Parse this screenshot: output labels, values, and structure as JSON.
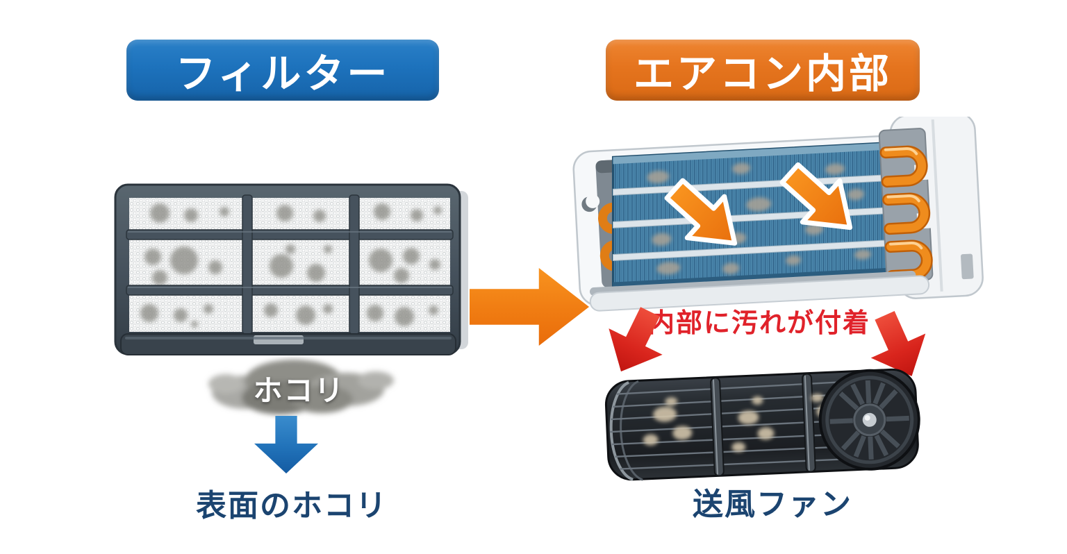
{
  "sections": {
    "filter": {
      "header": "フィルター",
      "dust_cloud_label": "ホコリ",
      "result_label": "表面のホコリ"
    },
    "ac_interior": {
      "header": "エアコン内部",
      "dirt_note": "内部に汚れが付着",
      "fan_label": "送風ファン"
    }
  },
  "palette": {
    "filter_header_blue": "#1d72bc",
    "ac_header_orange": "#e5741e",
    "flow_arrow_orange": "#f07c12",
    "down_arrow_blue": "#2172b9",
    "warning_arrow_red": "#d9251d",
    "dirt_text_red": "#e0222a",
    "label_navy": "#1b4470",
    "fin_blue": "#4d88ad",
    "dust_gray": "#92928c",
    "fan_black": "#23272c"
  },
  "icons": {
    "flow_arrow": "orange right arrow (filter to AC interior)",
    "surface_dust_arrow": "blue down arrow (cloud to label)",
    "dirt_arrow_left": "red arrow pointing down-right",
    "dirt_arrow_right": "red arrow pointing down-left",
    "fin_arrows": "orange diagonal arrows on heat-exchanger fins"
  }
}
